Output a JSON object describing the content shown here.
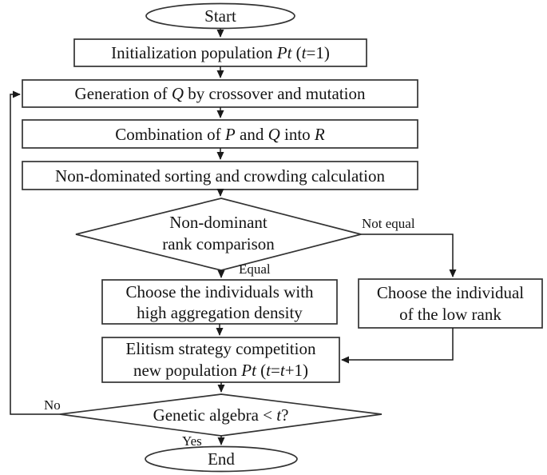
{
  "colors": {
    "stroke": "#333333",
    "arrow": "#1a1a1a",
    "text": "#141414",
    "background": "#ffffff"
  },
  "flowchart": {
    "start": {
      "label": "Start"
    },
    "end": {
      "label": "End"
    },
    "init": {
      "seg": [
        "Initialization population ",
        "Pt",
        " (",
        "t",
        "=1)"
      ]
    },
    "generation": {
      "seg": [
        "Generation of ",
        "Q",
        " by crossover and mutation"
      ]
    },
    "combination": {
      "seg": [
        "Combination of ",
        "P",
        " and ",
        "Q",
        " into ",
        "R"
      ]
    },
    "sorting": {
      "label": "Non-dominated sorting and crowding calculation"
    },
    "rank_comparison": {
      "line1": "Non-dominant",
      "line2": "rank comparison"
    },
    "choose_density": {
      "line1": "Choose the individuals with",
      "line2": "high aggregation density"
    },
    "choose_low_rank": {
      "line1": "Choose the individual",
      "line2": "of the low rank"
    },
    "elitism": {
      "line1": "Elitism strategy competition",
      "line2seg": [
        "new population ",
        "Pt",
        " (",
        "t",
        "=",
        "t",
        "+1)"
      ]
    },
    "genetic_algebra": {
      "seg": [
        "Genetic algebra < ",
        "t",
        "?"
      ]
    },
    "labels": {
      "equal": "Equal",
      "not_equal": "Not equal",
      "yes": "Yes",
      "no": "No"
    }
  }
}
